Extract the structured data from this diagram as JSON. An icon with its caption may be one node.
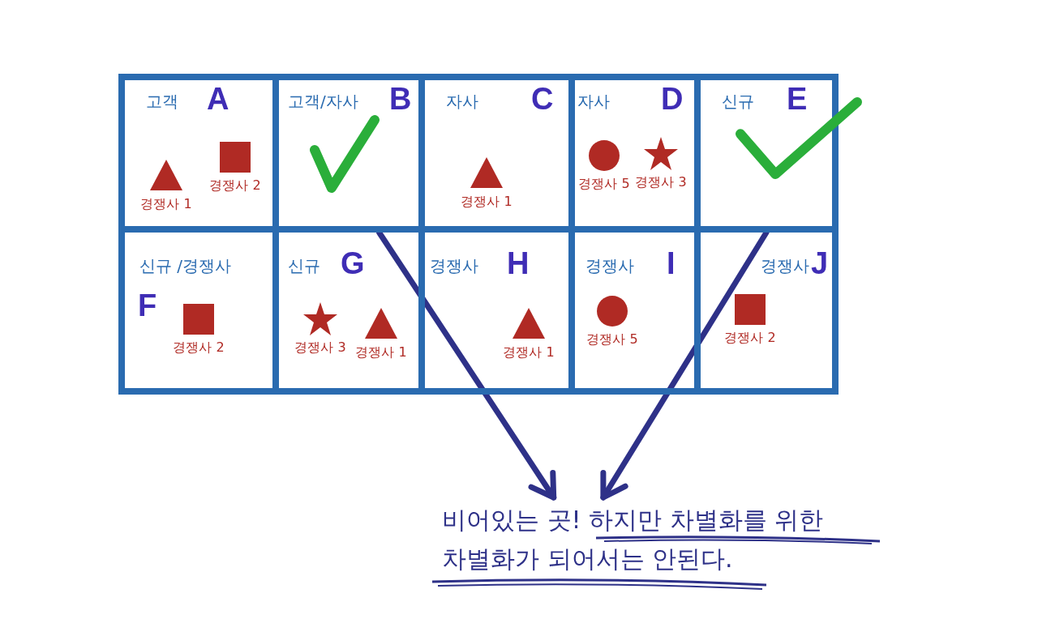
{
  "diagram": {
    "nodes": [
      {
        "text": [
          "고객",
          "A"
        ]
      },
      {
        "text": [
          "고객/자사",
          "B"
        ]
      },
      {
        "text": [
          "자사",
          "C"
        ]
      },
      {
        "text": [
          "자사",
          "D"
        ]
      },
      {
        "text": [
          "신규",
          "E"
        ]
      },
      {
        "text": [
          "신규 /경쟁사",
          "F"
        ]
      },
      {
        "text": [
          "신규",
          "G"
        ]
      },
      {
        "text": [
          "경쟁사",
          "H"
        ]
      },
      {
        "text": [
          "경쟁사",
          "I"
        ]
      },
      {
        "text": [
          "경쟁사",
          "J"
        ]
      },
      {
        "text": [
          "경쟁사 1"
        ],
        "in": 0
      },
      {
        "text": [
          "경쟁사 2"
        ],
        "in": 0
      },
      {
        "text": [
          "경쟁사 1"
        ],
        "in": 2
      },
      {
        "text": [
          "경쟁사 5"
        ],
        "in": 3
      },
      {
        "text": [
          "경쟁사 3"
        ],
        "in": 3
      },
      {
        "text": [
          "경쟁사 2"
        ],
        "in": 5
      },
      {
        "text": [
          "경쟁사 3"
        ],
        "in": 6
      },
      {
        "text": [
          "경쟁사 1"
        ],
        "in": 6
      },
      {
        "text": [
          "경쟁사 1"
        ],
        "in": 7
      },
      {
        "text": [
          "경쟁사 5"
        ],
        "in": 8
      },
      {
        "text": [
          "경쟁사 2"
        ],
        "in": 9
      },
      {
        "text": [
          "비어있는 곳! 하지만 차별화를 위한 차별화가 되어서는 안된다."
        ]
      }
    ],
    "edges": [
      {
        "from": 1,
        "to": 21,
        "arrow": "to"
      },
      {
        "from": 4,
        "to": 21,
        "arrow": "to"
      }
    ]
  }
}
